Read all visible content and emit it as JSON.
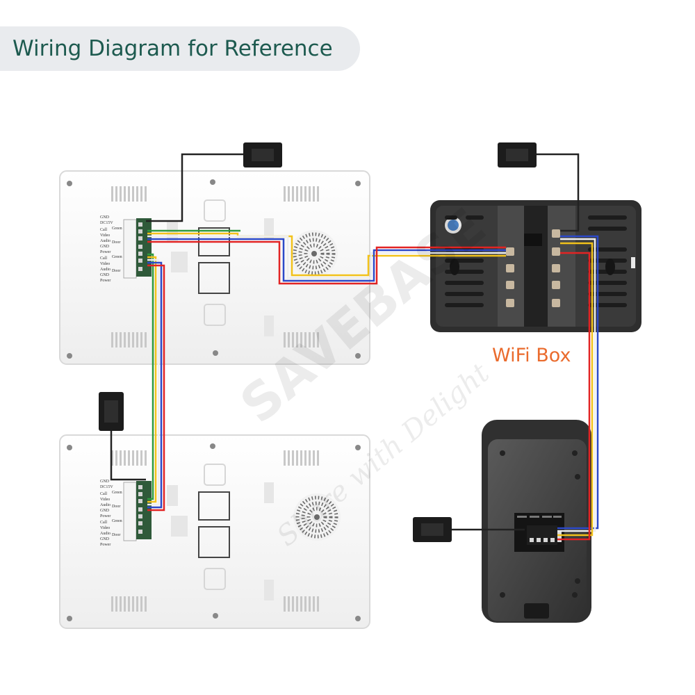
{
  "title": "Wiring Diagram for Reference",
  "wifi_box_label": "WiFi Box",
  "watermark": {
    "brand": "SAVEBASE",
    "slogan": "Share with Delight"
  },
  "monitor_terminal_labels": [
    "GND",
    "DC15V",
    "Call",
    "Video",
    "Audio",
    "GND",
    "Power",
    "Call",
    "Video",
    "Audio",
    "GND",
    "Power"
  ],
  "monitor_port_labels": [
    "Green",
    "Door",
    "Green",
    "Door"
  ],
  "wire_colors": {
    "red": "#e22424",
    "yellow": "#f2c21b",
    "blue": "#2c49c8",
    "white": "#eeeeee",
    "green": "#2e9a3e",
    "black": "#222222"
  },
  "device_icons": [
    "power-adapter-icon",
    "indoor-monitor-icon",
    "wifi-box-icon",
    "outdoor-doorbell-icon"
  ]
}
